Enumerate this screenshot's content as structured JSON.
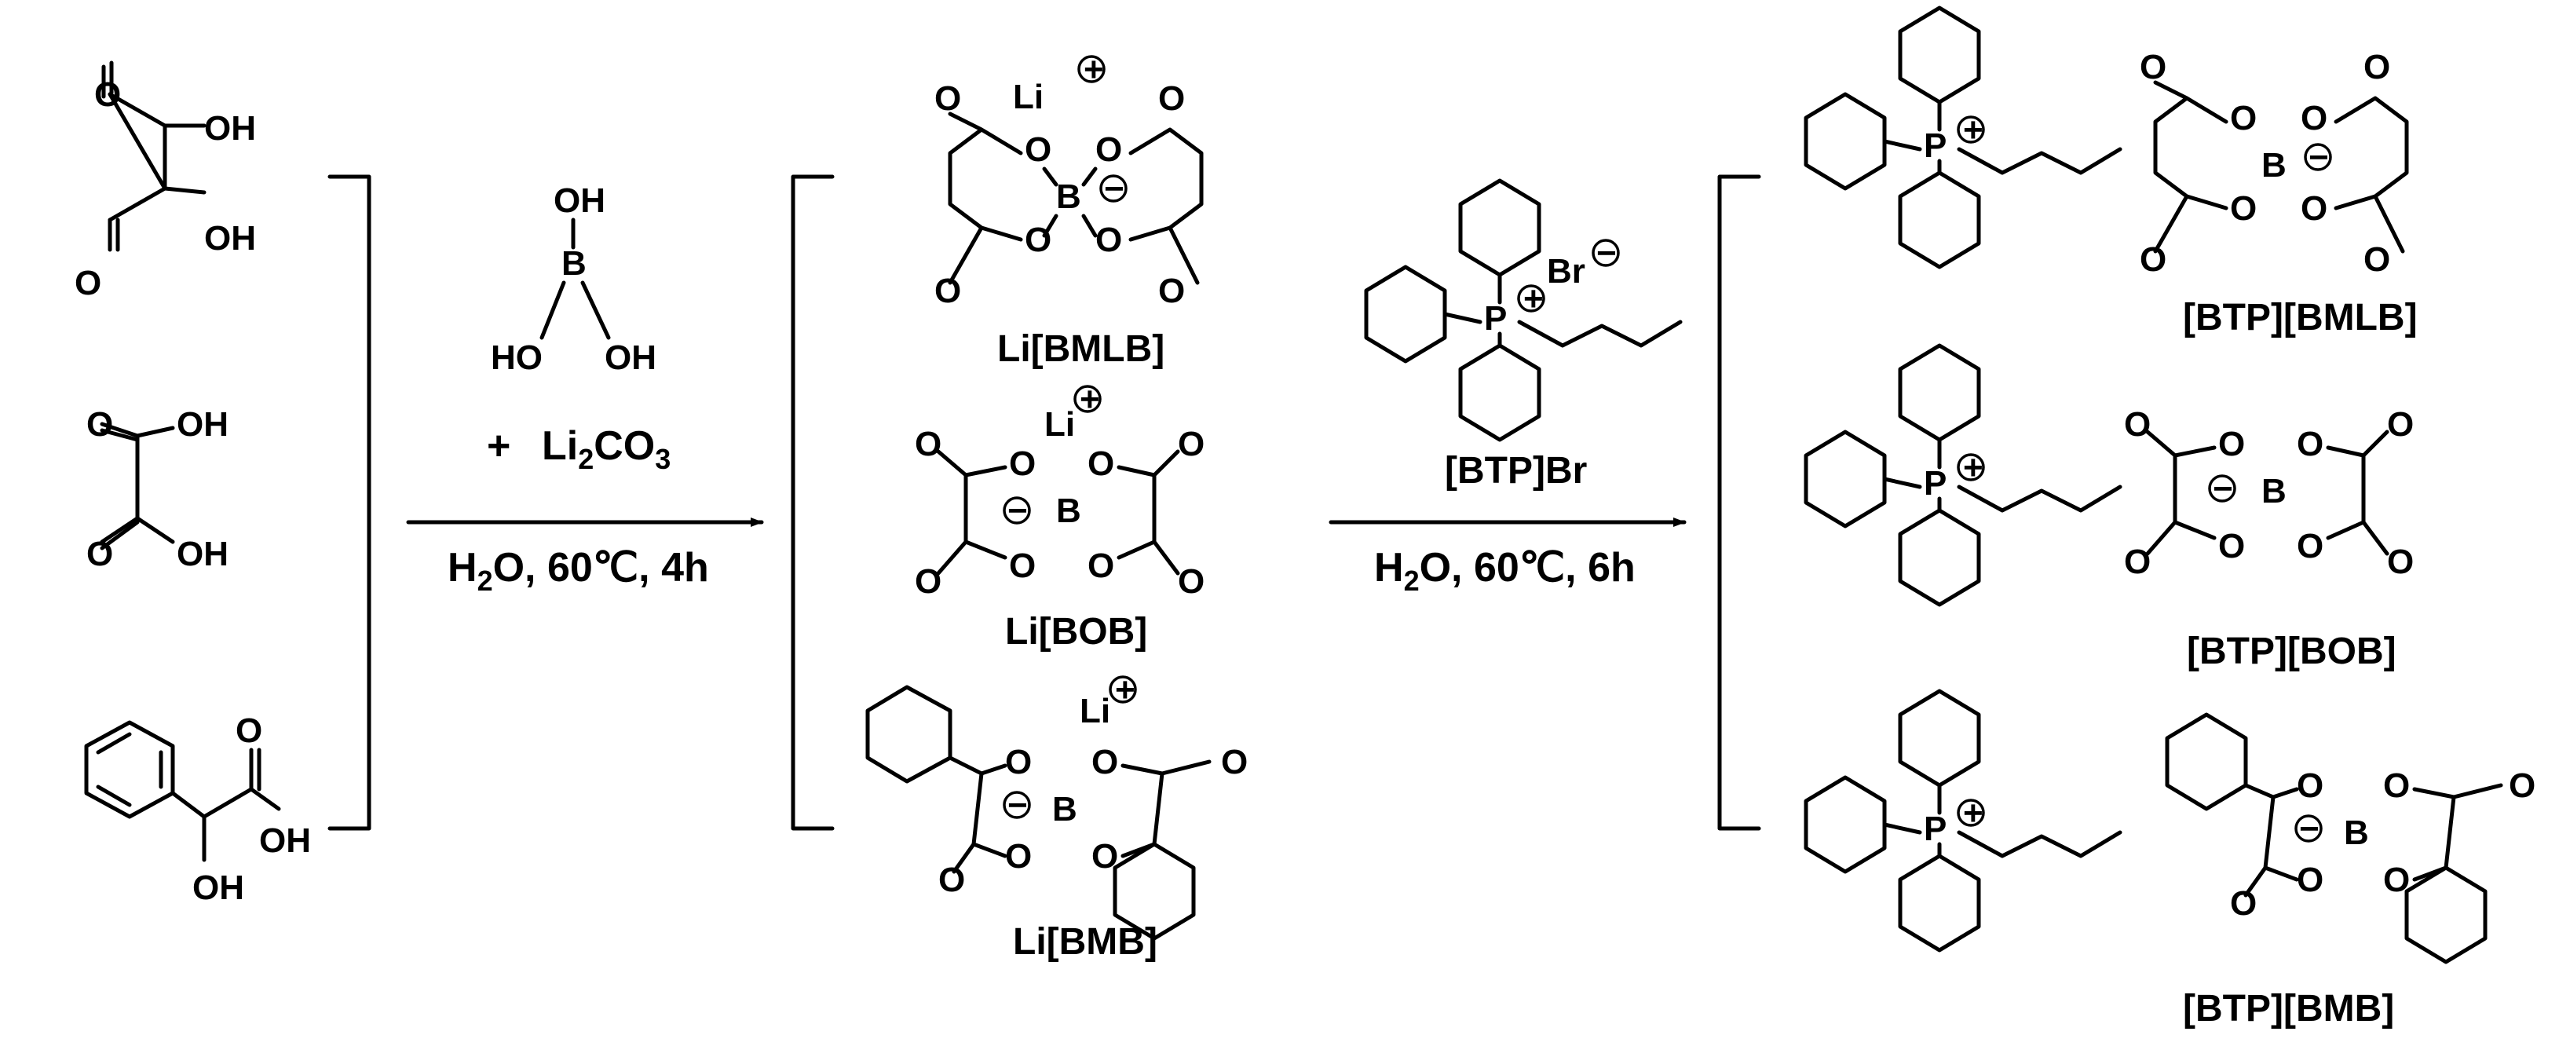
{
  "reactants": {
    "malonic_acid": {
      "oh1": "OH",
      "oh2": "OH",
      "o1": "O",
      "o2": "O"
    },
    "oxalic_acid": {
      "oh1": "OH",
      "oh2": "OH",
      "o1": "O",
      "o2": "O"
    },
    "mandelic_acid": {
      "oh_acid": "OH",
      "oh_alpha": "OH",
      "o": "O"
    }
  },
  "step1": {
    "boric_acid": {
      "b": "B",
      "oh_top": "OH",
      "oh_left": "HO",
      "oh_right": "OH"
    },
    "plus": "+",
    "li2co3": {
      "li": "Li",
      "sub": "2",
      "co": "CO",
      "sub3": "3"
    },
    "conditions": {
      "h2o_h": "H",
      "h2o_sub": "2",
      "h2o_o": "O",
      "rest": ", 60℃, 4h"
    }
  },
  "intermediates": {
    "bmlb": {
      "label": "Li[BMLB]",
      "li": "Li"
    },
    "bob": {
      "label": "Li[BOB]",
      "li": "Li"
    },
    "bmb": {
      "label": "Li[BMB]",
      "li": "Li"
    }
  },
  "step2": {
    "reagent_label": "[BTP]Br",
    "br": "Br",
    "p": "P",
    "conditions": {
      "h2o_h": "H",
      "h2o_sub": "2",
      "h2o_o": "O",
      "rest": ", 60℃, 6h"
    }
  },
  "products": {
    "btp_bmlb": {
      "label": "[BTP][BMLB]"
    },
    "btp_bob": {
      "label": "[BTP][BOB]"
    },
    "btp_bmb": {
      "label": "[BTP][BMB]"
    }
  },
  "atoms": {
    "O": "O",
    "B": "B",
    "P": "P",
    "plus": "+",
    "minus": "−"
  }
}
